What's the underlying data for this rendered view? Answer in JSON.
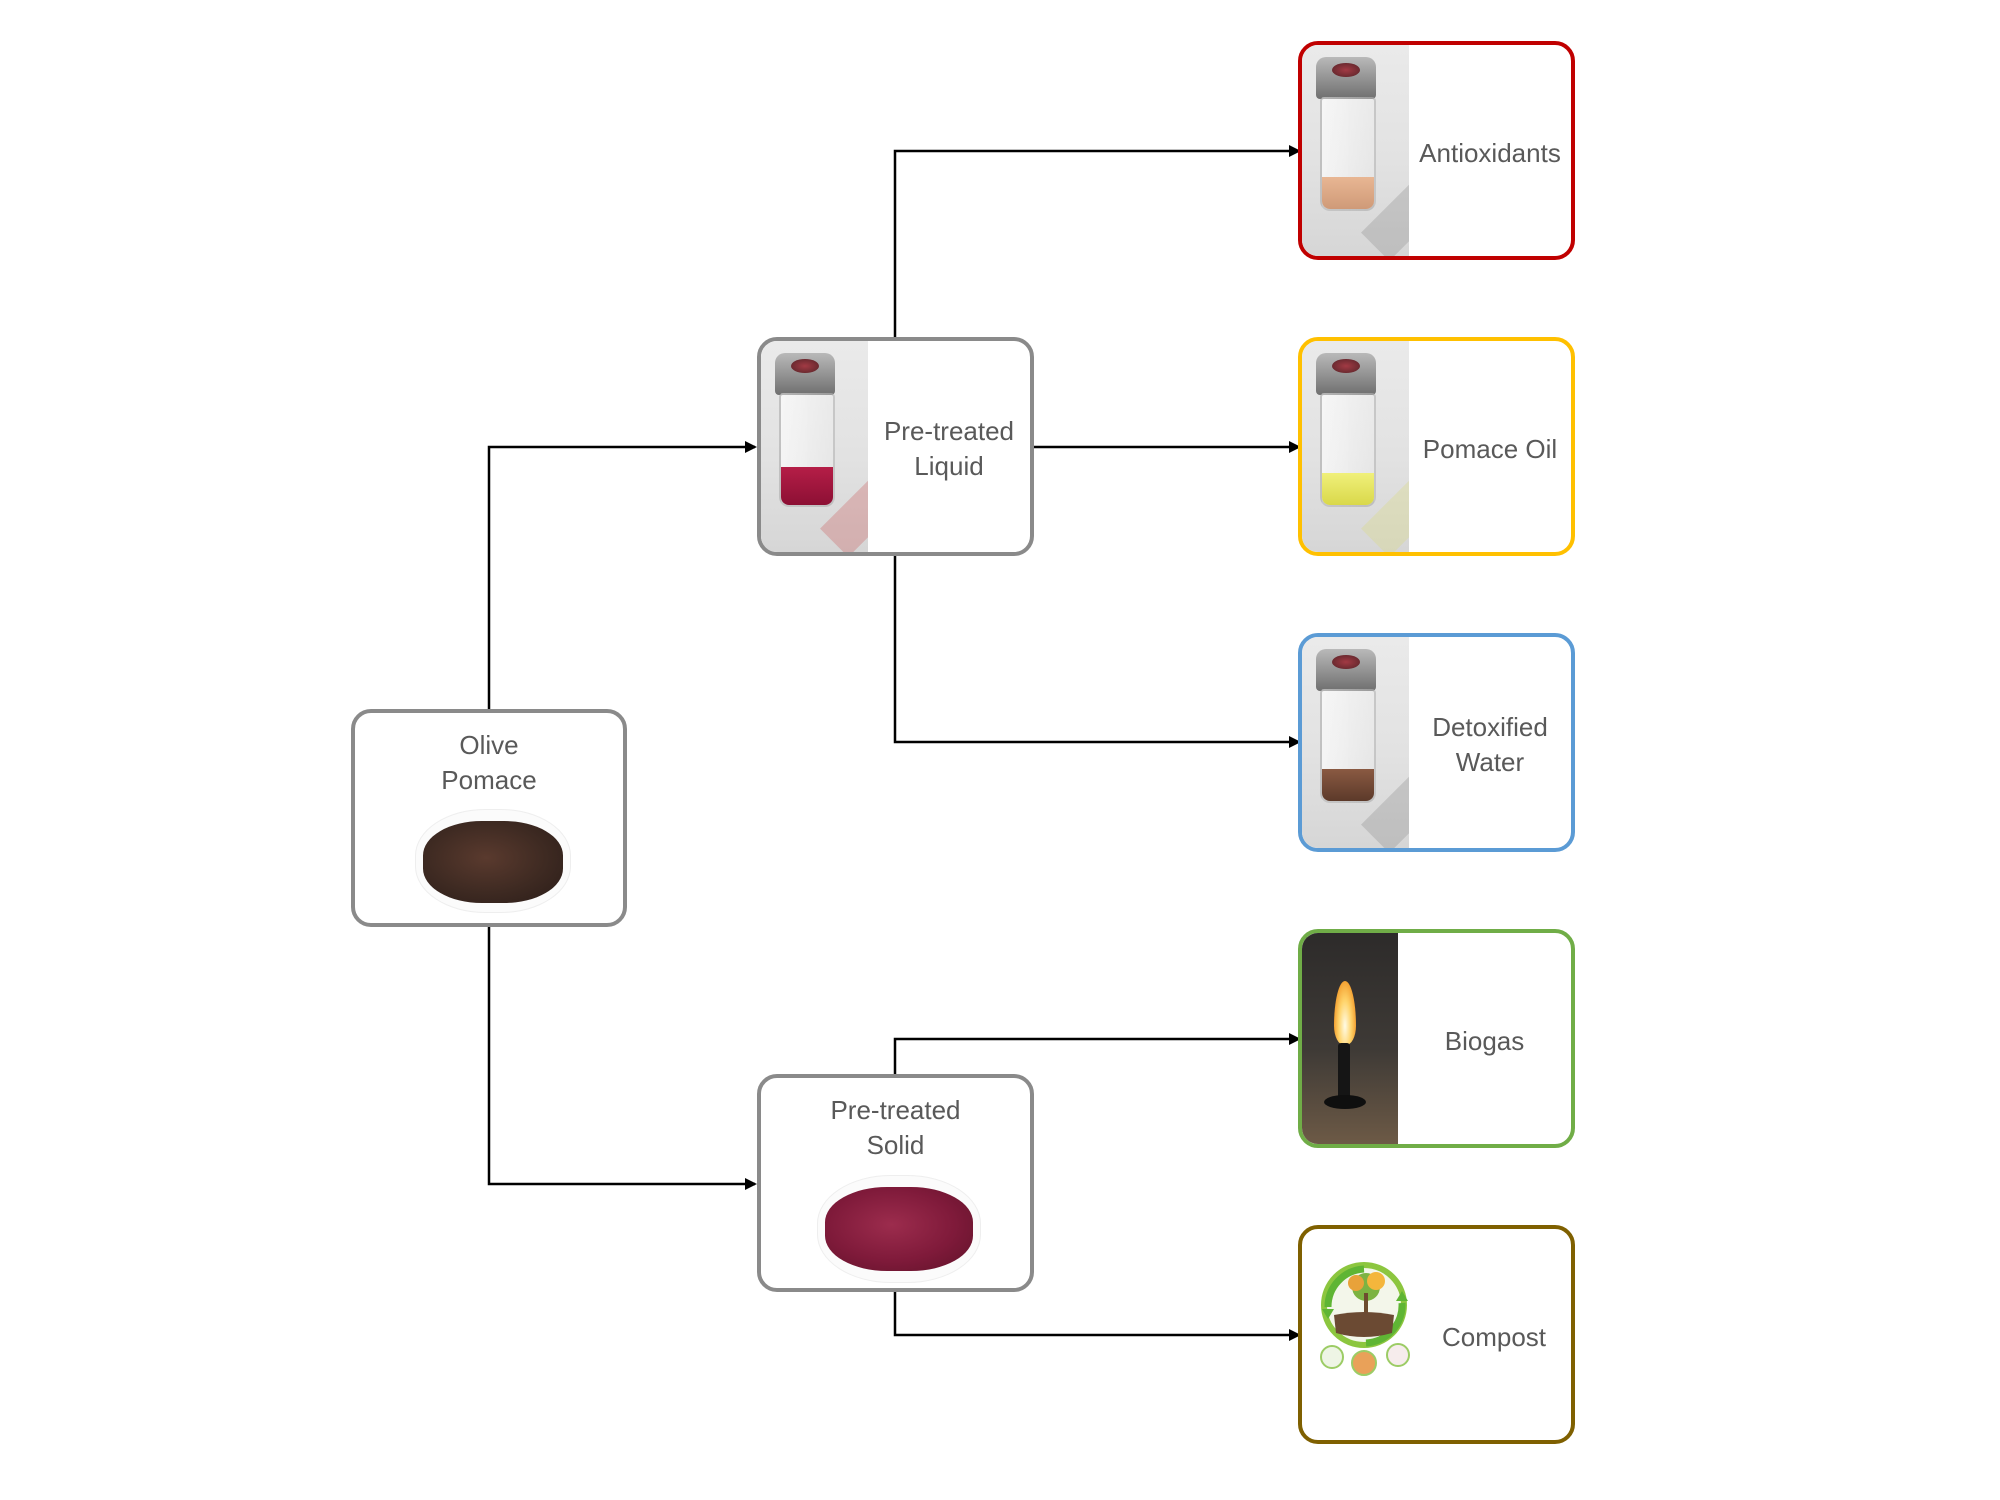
{
  "nodes": {
    "olive_pomace": {
      "label": "Olive\nPomace",
      "border_color": "#8a8a8a",
      "image": "olive-pomace-tray"
    },
    "pretreated_liquid": {
      "label": "Pre-treated\nLiquid",
      "border_color": "#8a8a8a",
      "image": "red-liquid-vial"
    },
    "pretreated_solid": {
      "label": "Pre-treated\nSolid",
      "border_color": "#8a8a8a",
      "image": "red-solid-tray"
    },
    "antioxidants": {
      "label": "Antioxidants",
      "border_color": "#c00000",
      "image": "amber-liquid-vial"
    },
    "pomace_oil": {
      "label": "Pomace Oil",
      "border_color": "#ffc000",
      "image": "yellow-oil-vial"
    },
    "detoxified_water": {
      "label": "Detoxified\nWater",
      "border_color": "#5b9bd5",
      "image": "brown-liquid-vial"
    },
    "biogas": {
      "label": "Biogas",
      "border_color": "#70ad47",
      "image": "burner-flame"
    },
    "compost": {
      "label": "Compost",
      "border_color": "#7f6000",
      "image": "compost-cycle"
    }
  },
  "edges": [
    {
      "from": "olive_pomace",
      "to": "pretreated_liquid"
    },
    {
      "from": "olive_pomace",
      "to": "pretreated_solid"
    },
    {
      "from": "pretreated_liquid",
      "to": "antioxidants"
    },
    {
      "from": "pretreated_liquid",
      "to": "pomace_oil"
    },
    {
      "from": "pretreated_liquid",
      "to": "detoxified_water"
    },
    {
      "from": "pretreated_solid",
      "to": "biogas"
    },
    {
      "from": "pretreated_solid",
      "to": "compost"
    }
  ],
  "colors": {
    "connector": "#000000",
    "label_text": "#595959"
  }
}
